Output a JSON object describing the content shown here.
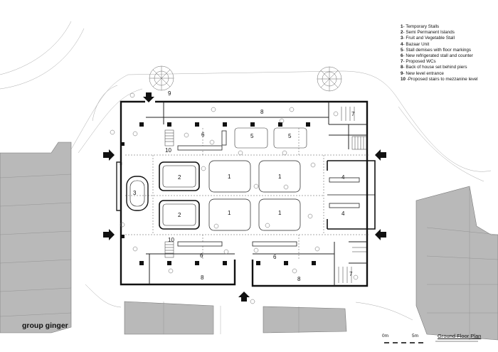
{
  "legend": [
    {
      "num": "1",
      "text": "- Temporary Stalls"
    },
    {
      "num": "2",
      "text": "- Semi Permanent Islands"
    },
    {
      "num": "3",
      "text": "- Fruit and Vegetable Stall"
    },
    {
      "num": "4",
      "text": "- Bazaar Unit"
    },
    {
      "num": "5",
      "text": "- Stall demises with floor markings"
    },
    {
      "num": "6",
      "text": "- New refrigerated stall and counter"
    },
    {
      "num": "7",
      "text": "- Proposed WCs"
    },
    {
      "num": "8",
      "text": "- Back of house set behind piers"
    },
    {
      "num": "9",
      "text": "- New level entrance"
    },
    {
      "num": "10",
      "text": " -Proposed stairs to mezzanine level"
    }
  ],
  "brand": "group ginger",
  "scale": {
    "start": "0m",
    "end": "5m"
  },
  "plan_title": "Ground Floor Plan",
  "labels": {
    "l1a": "1",
    "l1b": "1",
    "l1c": "1",
    "l1d": "1",
    "l2a": "2",
    "l2b": "2",
    "l3": "3",
    "l4a": "4",
    "l4b": "4",
    "l5a": "5",
    "l5b": "5",
    "l6a": "6",
    "l6b": "6",
    "l6c": "6",
    "l7a": "7",
    "l7b": "7",
    "l8a": "8",
    "l8b": "8",
    "l8c": "8",
    "l9": "9",
    "l10a": "10",
    "l10b": "10"
  }
}
